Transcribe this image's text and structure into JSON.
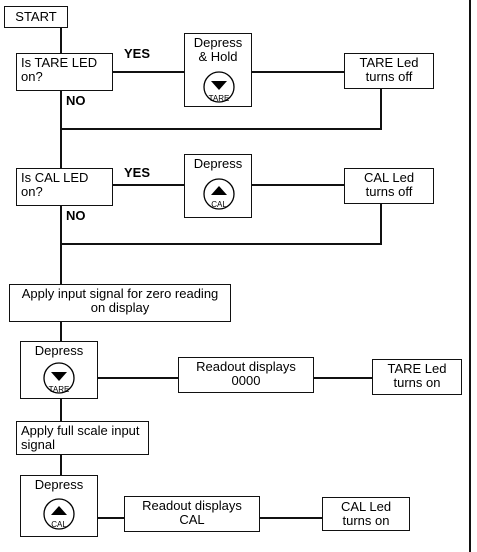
{
  "steps": {
    "start": "START",
    "q_tare": "Is TARE LED on?",
    "action1": "Depress & Hold",
    "tare_off": "TARE Led turns off",
    "q_cal": "Is CAL LED on?",
    "action2": "Depress",
    "cal_off": "CAL Led turns off",
    "apply_zero": "Apply input signal for zero reading on display",
    "action3": "Depress",
    "readout_0000": "Readout displays 0000",
    "tare_on": "TARE Led turns on",
    "apply_full": "Apply full scale input signal",
    "action4": "Depress",
    "readout_cal": "Readout displays CAL",
    "cal_on": "CAL Led turns on"
  },
  "labels": {
    "yes1": "YES",
    "no1": "NO",
    "yes2": "YES",
    "no2": "NO"
  },
  "buttons": {
    "tare": "TARE",
    "cal": "CAL"
  },
  "icons": {
    "tare_button": "down-arrow-circle-icon",
    "cal_button": "up-arrow-circle-icon"
  }
}
